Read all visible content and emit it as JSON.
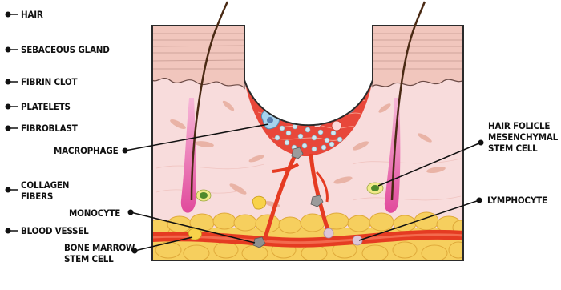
{
  "labels": {
    "hair": "HAIR",
    "sebaceous_gland": "SEBACEOUS GLAND",
    "fibrin_clot": "FIBRIN CLOT",
    "platelets": "PLATELETS",
    "fibroblast": "FIBROBLAST",
    "macrophage": "MACROPHAGE",
    "collagen_fibers": [
      "COLLAGEN",
      "FIBERS"
    ],
    "monocyte": "MONOCYTE",
    "blood_vessel": "BLOOD VESSEL",
    "bone_marrow_stem_cell": [
      "BONE MARROW",
      "STEM CELL"
    ],
    "hair_follicle_msc": [
      "HAIR FOLICLE",
      "MESENCHYMAL",
      "STEM CELL"
    ],
    "lymphocyte": "LYMPHOCYTE"
  },
  "colors": {
    "skin_outline": "#2b2b2b",
    "epidermis": "#f3c9c2",
    "dermis": "#f7d6d6",
    "clot": "#e8473a",
    "blood_vessel": "#e53b22",
    "fat": "#f6cf5e",
    "hair_bulb": "#e85aa6",
    "leader": "#111111"
  }
}
